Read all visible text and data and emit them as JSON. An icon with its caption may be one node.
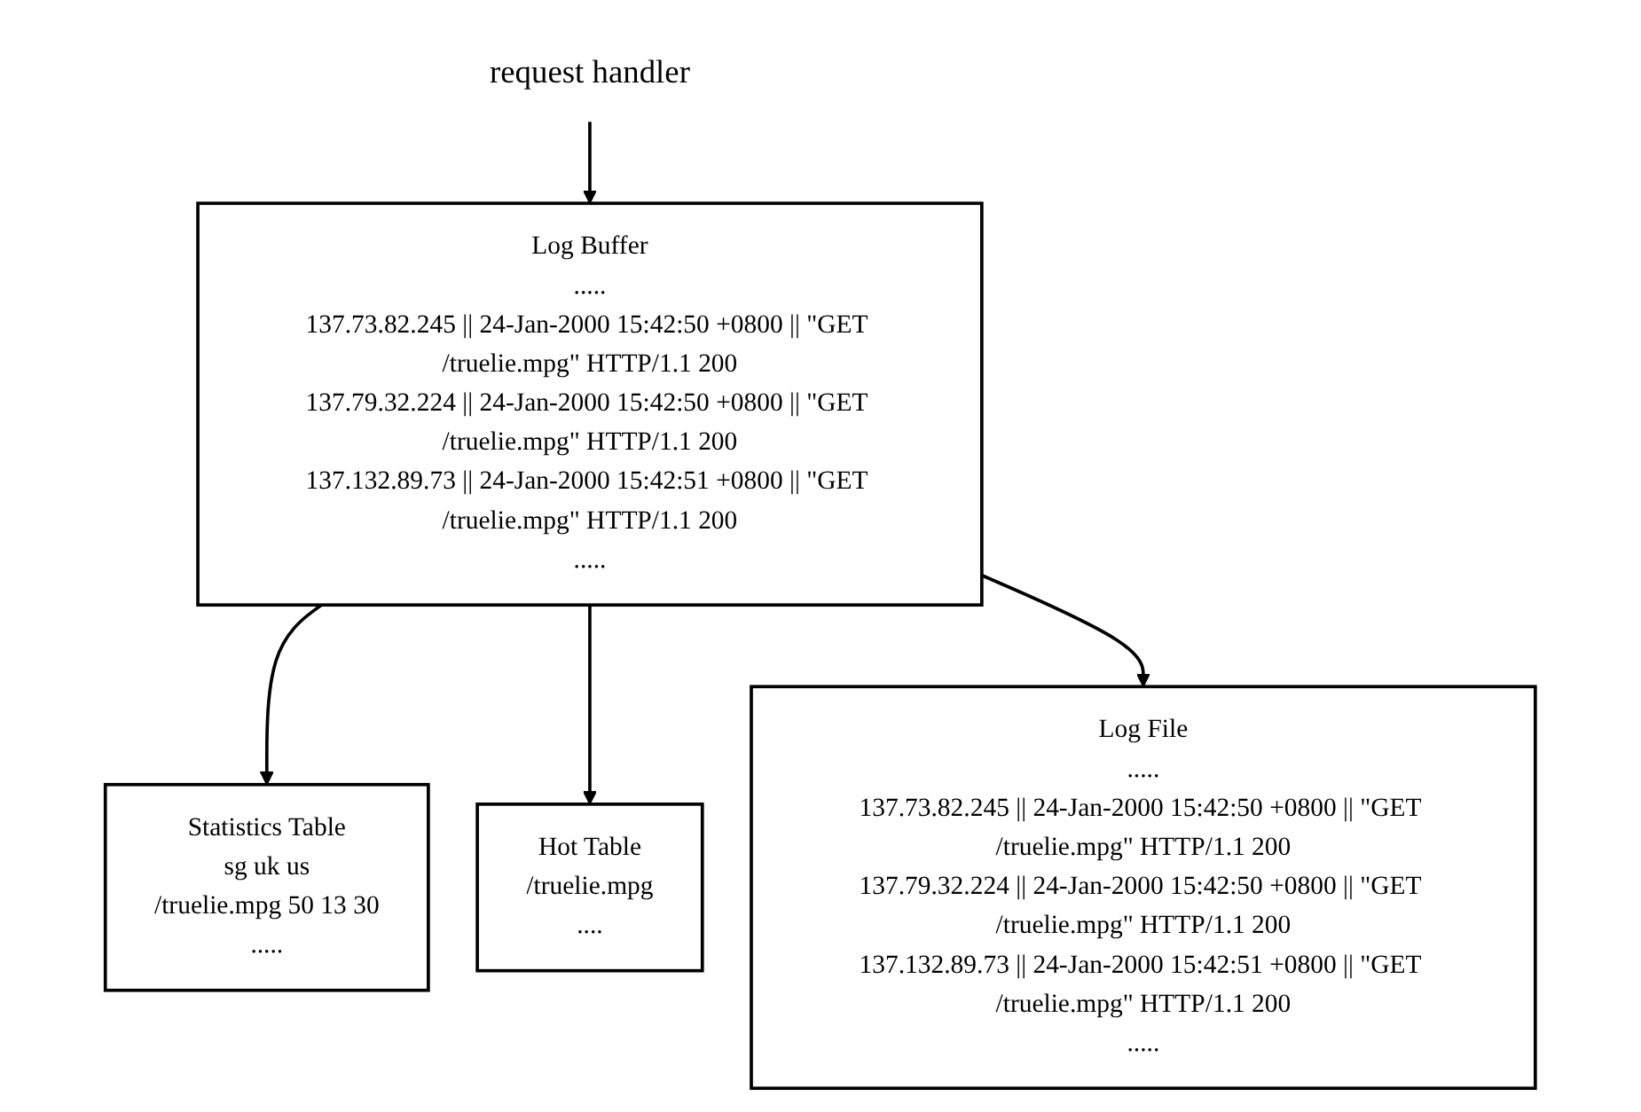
{
  "diagram": {
    "nodes": [
      {
        "text": [
          "request handler"
        ]
      },
      {
        "text": [
          "Log Buffer",
          ".....",
          "137.73.82.245 || 24-Jan-2000 15:42:50 +0800 || \"GET /truelie.mpg\" HTTP/1.1 200",
          "137.79.32.224 || 24-Jan-2000 15:42:50 +0800 || \"GET /truelie.mpg\" HTTP/1.1 200",
          "137.132.89.73 || 24-Jan-2000 15:42:51 +0800 || \"GET /truelie.mpg\" HTTP/1.1 200",
          "....."
        ]
      },
      {
        "text": [
          "Statistics Table",
          "sg uk us",
          "/truelie.mpg 50 13 30",
          "....."
        ]
      },
      {
        "text": [
          "Hot Table",
          "/truelie.mpg",
          "...."
        ]
      },
      {
        "text": [
          "Log File",
          ".....",
          "137.73.82.245 || 24-Jan-2000 15:42:50 +0800 || \"GET /truelie.mpg\" HTTP/1.1 200",
          "137.79.32.224 || 24-Jan-2000 15:42:50 +0800 || \"GET /truelie.mpg\" HTTP/1.1 200",
          "137.132.89.73 || 24-Jan-2000 15:42:51 +0800 || \"GET /truelie.mpg\" HTTP/1.1 200",
          "....."
        ]
      }
    ],
    "edges": [
      {
        "from": 0,
        "to": 1,
        "arrow": "to"
      },
      {
        "from": 1,
        "to": 2,
        "arrow": "to"
      },
      {
        "from": 1,
        "to": 3,
        "arrow": "to"
      },
      {
        "from": 1,
        "to": 4,
        "arrow": "to"
      }
    ]
  }
}
